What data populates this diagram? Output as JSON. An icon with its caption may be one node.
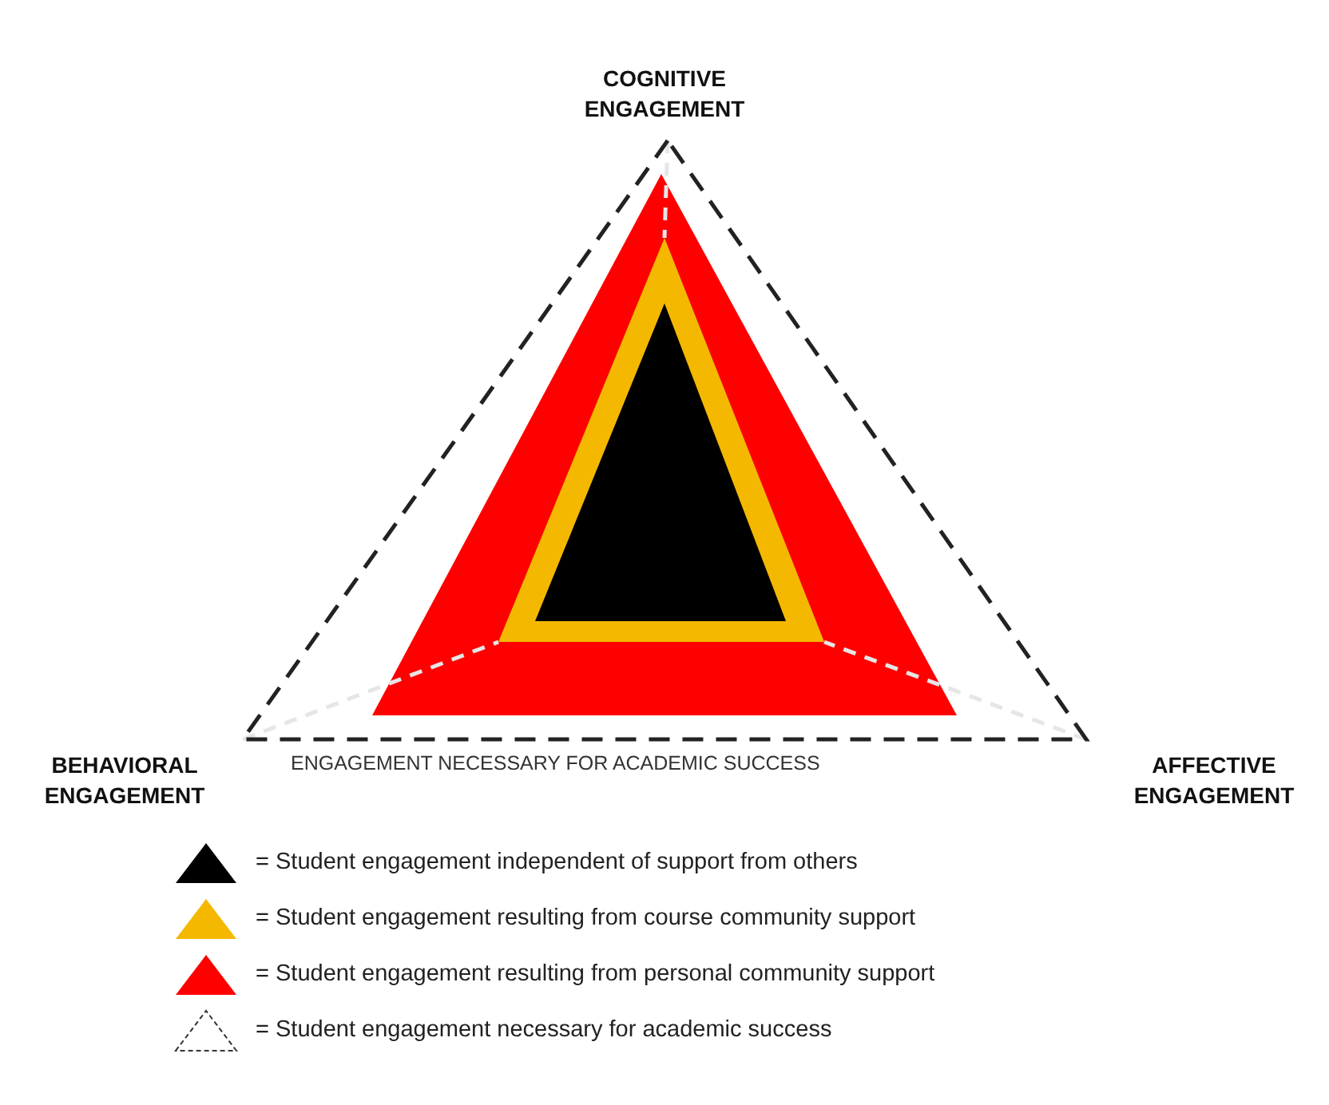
{
  "diagram": {
    "labels": [
      "COGNITIVE ENGAGEMENT",
      "BEHAVIORAL ENGAGEMENT",
      "AFFECTIVE ENGAGEMENT",
      "ENGAGEMENT NECESSARY FOR ACADEMIC SUCCESS"
    ],
    "legend": [
      {
        "text": "= Student engagement independent of support from others",
        "color": "#000000"
      },
      {
        "text": "= Student engagement resulting from course community support",
        "color": "#f5b800"
      },
      {
        "text": "= Student engagement resulting from personal community support",
        "color": "#ff0000"
      },
      {
        "text": "= Student engagement necessary for academic success"
      }
    ]
  }
}
